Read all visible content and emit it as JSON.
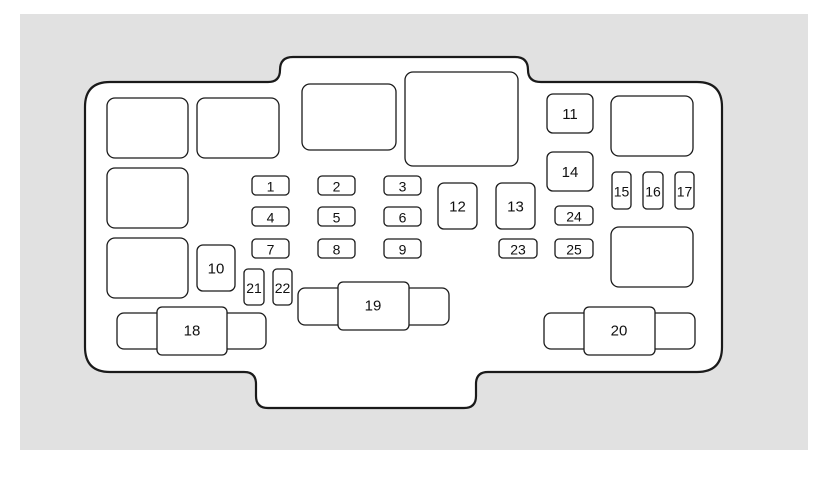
{
  "diagram": {
    "type": "fuse-box-layout",
    "colors": {
      "background": "#e1e1e1",
      "panel": "#ffffff",
      "stroke": "#1a1a1a"
    },
    "fuses": {
      "f1": "1",
      "f2": "2",
      "f3": "3",
      "f4": "4",
      "f5": "5",
      "f6": "6",
      "f7": "7",
      "f8": "8",
      "f9": "9",
      "f10": "10",
      "f11": "11",
      "f12": "12",
      "f13": "13",
      "f14": "14",
      "f15": "15",
      "f16": "16",
      "f17": "17",
      "f18": "18",
      "f19": "19",
      "f20": "20",
      "f21": "21",
      "f22": "22",
      "f23": "23",
      "f24": "24",
      "f25": "25"
    }
  }
}
